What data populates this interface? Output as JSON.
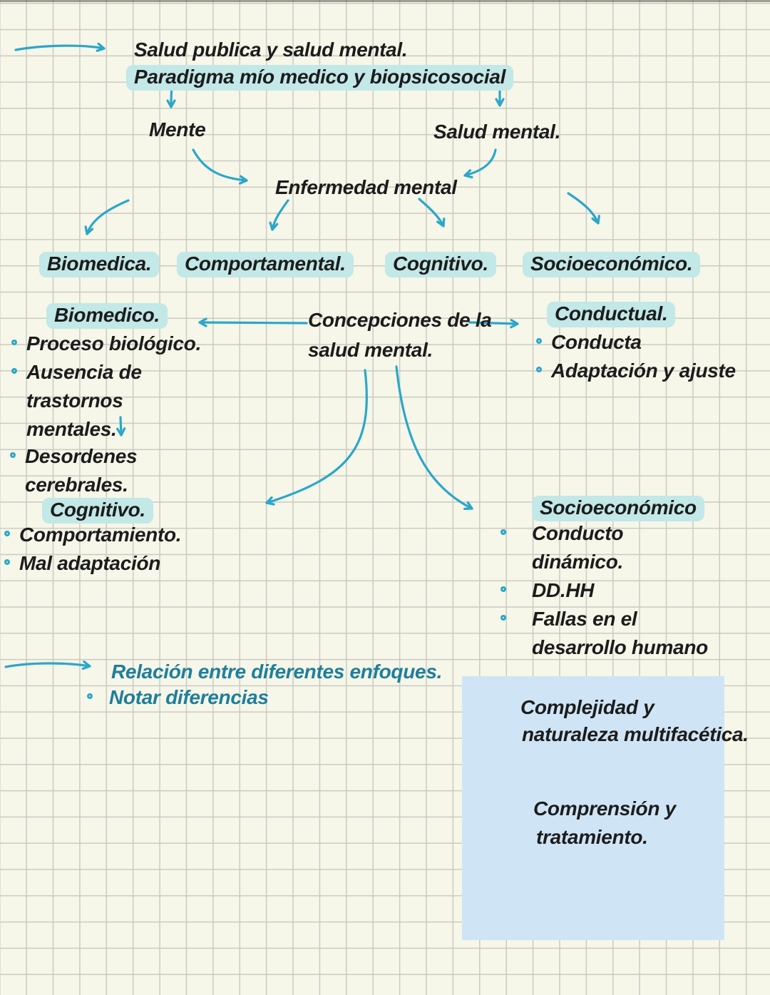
{
  "palette": {
    "paper": "#f6f6e9",
    "grid": "#cacbc2",
    "ink": "#1c1c1c",
    "arrow": "#2aa7c9",
    "highlight": "#c2e8e7",
    "teal": "#1d7f9c",
    "notebox": "#cfe5f6"
  },
  "nodes": {
    "salud_publica": {
      "text": "Salud publica y salud mental."
    },
    "paradigma": {
      "text": "Paradigma mío medico y biopsicosocial"
    },
    "mente": {
      "text": "Mente"
    },
    "salud_mental": {
      "text": "Salud mental."
    },
    "enfermedad_mental": {
      "text": "Enfermedad mental"
    },
    "branches": {
      "biomedica": "Biomedica.",
      "comportamental": "Comportamental.",
      "cognitivo": "Cognitivo.",
      "socioeconomico": "Socioeconómico."
    },
    "concepciones": {
      "line1": "Concepciones de la",
      "line2": "salud mental."
    },
    "biomedico": {
      "title": "Biomedico.",
      "bullets": [
        "Proceso biológico.",
        "Ausencia de trastornos mentales."
      ],
      "followup": "Desordenes cerebrales."
    },
    "conductual": {
      "title": "Conductual.",
      "bullets": [
        "Conducta",
        "Adaptación y ajuste"
      ]
    },
    "cognitivo_detail": {
      "title": "Cognitivo.",
      "bullets": [
        "Comportamiento.",
        "Mal adaptación"
      ]
    },
    "socioeconomico_detail": {
      "title": "Socioeconómico",
      "bullets": [
        "Conducto dinámico.",
        "DD.HH",
        "Fallas en el desarrollo humano"
      ]
    },
    "relacion": {
      "title": "Relación entre diferentes enfoques.",
      "bullet": "Notar diferencias"
    },
    "note_box": {
      "line1": "Complejidad y",
      "line2": "naturaleza multifacética.",
      "line3": "Comprensión y",
      "line4": "tratamiento."
    }
  }
}
